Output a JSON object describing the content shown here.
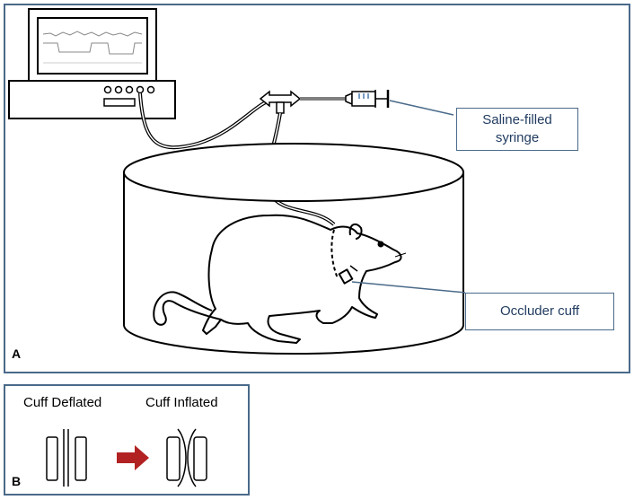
{
  "panel_a": {
    "letter": "A",
    "labels": {
      "syringe_line1": "Saline-filled",
      "syringe_line2": "syringe",
      "cuff": "Occluder cuff"
    }
  },
  "panel_b": {
    "letter": "B",
    "deflated_label": "Cuff Deflated",
    "inflated_label": "Cuff Inflated",
    "arrow_color": "#b22222"
  },
  "colors": {
    "frame": "#4a6a8a",
    "label_text": "#1f3a5f"
  }
}
